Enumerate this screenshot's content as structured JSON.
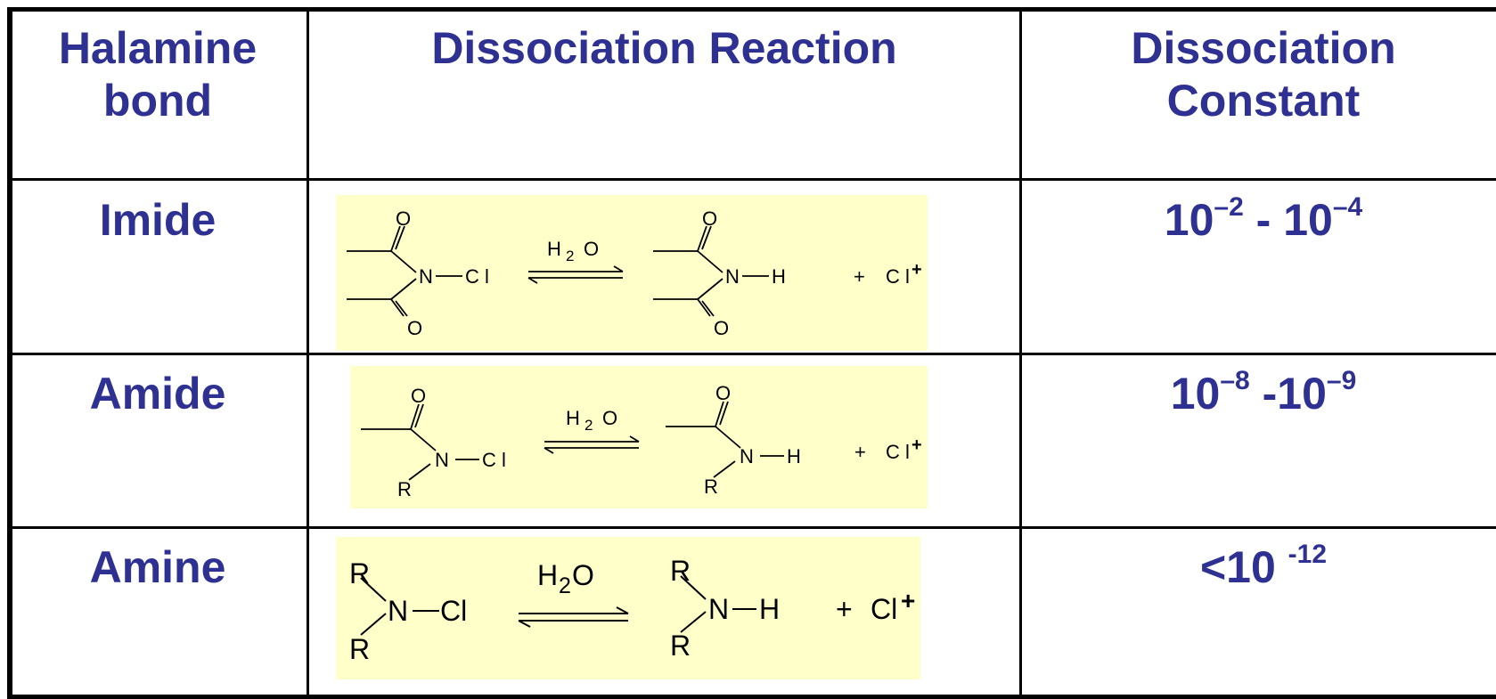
{
  "table": {
    "headers": {
      "bond_line1": "Halamine",
      "bond_line2": "bond",
      "reaction": "Dissociation Reaction",
      "constant_line1": "Dissociation",
      "constant_line2": "Constant"
    },
    "rows": [
      {
        "bond": "Imide",
        "constant": {
          "base1": "10",
          "exp1": "–2",
          "sep": " - ",
          "base2": "10",
          "exp2": "–4"
        }
      },
      {
        "bond": "Amide",
        "constant": {
          "base1": "10",
          "exp1": "–8",
          "sep": " -",
          "base2": "10",
          "exp2": "–9"
        }
      },
      {
        "bond": "Amine",
        "constant": {
          "base1": "<10 ",
          "exp1": "-12"
        }
      }
    ]
  },
  "reaction_labels": {
    "oxygen": "O",
    "nitrogen": "N",
    "chlorine": "C l",
    "chlorine_amine": "Cl",
    "hydrogen": "H",
    "r_group": "R",
    "water_h": "H",
    "water_sub": "2",
    "water_o": "O",
    "plus": "+",
    "cl_plus_base": "C l",
    "cl_plus_base_amine": "Cl",
    "cl_plus_charge": "+"
  },
  "colors": {
    "header_text": "#2e3192",
    "panel_bg": "#ffffc9",
    "grid": "#000000"
  }
}
